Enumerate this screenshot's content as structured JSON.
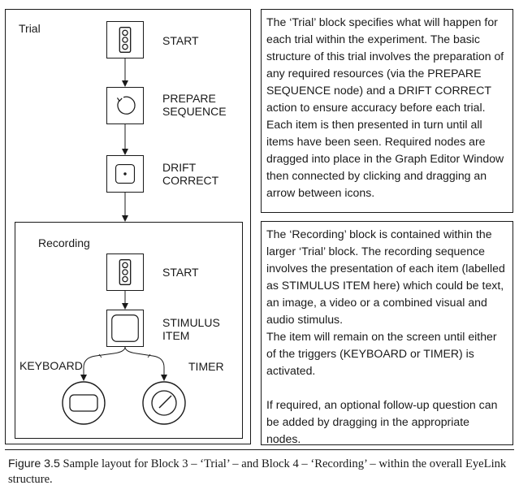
{
  "diagram": {
    "trial_block": {
      "title": "Trial",
      "nodes": {
        "start": {
          "label": "START",
          "icon": "traffic-light-icon"
        },
        "prepare": {
          "label_line1": "PREPARE",
          "label_line2": "SEQUENCE",
          "icon": "circular-arrow-icon"
        },
        "drift": {
          "label_line1": "DRIFT",
          "label_line2": "CORRECT",
          "icon": "target-dot-icon"
        }
      }
    },
    "recording_block": {
      "title": "Recording",
      "nodes": {
        "start": {
          "label": "START",
          "icon": "traffic-light-icon"
        },
        "stimulus": {
          "label_line1": "STIMULUS",
          "label_line2": "ITEM",
          "icon": "rounded-square-icon"
        },
        "keyboard": {
          "label": "KEYBOARD",
          "icon": "keyboard-key-icon"
        },
        "timer": {
          "label": "TIMER",
          "icon": "dial-icon"
        }
      }
    }
  },
  "descriptions": {
    "trial": "The ‘Trial’ block specifies what will happen for each trial within the experiment. The basic structure of this trial involves the preparation of any required resources (via the PREPARE SEQUENCE node) and a DRIFT CORRECT action to ensure accuracy before each trial. Each item is then presented in turn until all items have been seen. Required nodes are dragged into place in the Graph Editor Window then connected by clicking and dragging an arrow between icons.",
    "recording_p1": "The ‘Recording’ block is contained within the larger ‘Trial’ block. The recording sequence involves the presentation of each item (labelled as STIMULUS ITEM here) which could be text, an image, a video or a combined visual and audio stimulus.",
    "recording_p2": "The item will remain on the screen until either of the triggers (KEYBOARD or TIMER) is activated.",
    "recording_p3": "If required, an optional follow-up question can be added by dragging in the appropriate nodes."
  },
  "caption": {
    "figure_label": "Figure 3.5",
    "text": "Sample layout for Block 3 – ‘Trial’ – and Block 4 – ‘Recording’ – within the overall EyeLink structure."
  }
}
